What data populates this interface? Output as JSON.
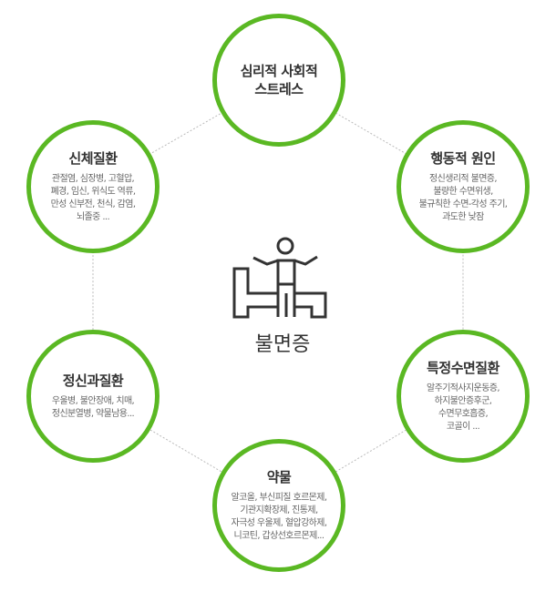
{
  "center": {
    "label": "불면증",
    "icon": "person-on-bed-icon"
  },
  "accent_color": "#5ab823",
  "nodes": [
    {
      "id": "stress",
      "title_lines": [
        "심리적 사회적",
        "스트레스"
      ],
      "desc_lines": []
    },
    {
      "id": "behavioral",
      "title_lines": [
        "행동적 원인"
      ],
      "desc_lines": [
        "정신생리적 불면증,",
        "불량한 수면위생,",
        "불규칙한 수면-각성 주기,",
        "과도한 낮잠"
      ]
    },
    {
      "id": "sleep-disorder",
      "title_lines": [
        "특정수면질환"
      ],
      "desc_lines": [
        "알주기적사지운동증,",
        "하지불안증후군,",
        "수면무호흡증,",
        "코골이 ..."
      ]
    },
    {
      "id": "drugs",
      "title_lines": [
        "약물"
      ],
      "desc_lines": [
        "알코올, 부신피질 호르몬제,",
        "기관지확장제, 진통제,",
        "자극성 우울제, 혈압강하제,",
        "니코틴, 갑상선호르몬제..."
      ]
    },
    {
      "id": "psychiatric",
      "title_lines": [
        "정신과질환"
      ],
      "desc_lines": [
        "우울병, 불안장애, 치매,",
        "정신분열병, 약물남용..."
      ]
    },
    {
      "id": "physical",
      "title_lines": [
        "신체질환"
      ],
      "desc_lines": [
        "관절염, 심장병, 고혈압,",
        "폐경, 임신, 위식도 역류,",
        "만성 신부전, 천식, 감염,",
        "뇌졸중 ..."
      ]
    }
  ]
}
